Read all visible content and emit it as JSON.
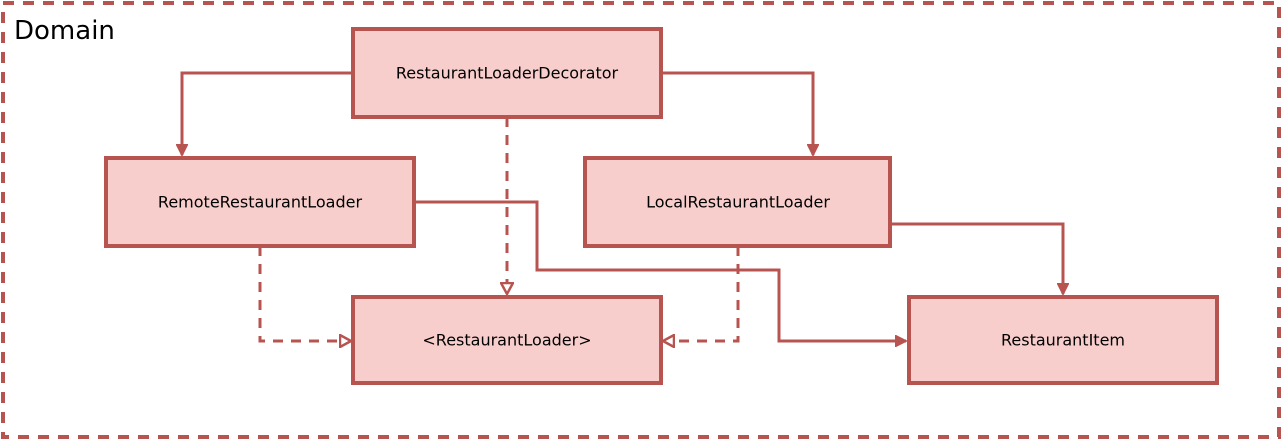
{
  "boundary": {
    "label": "Domain"
  },
  "nodes": [
    {
      "id": "decorator",
      "label": "RestaurantLoaderDecorator"
    },
    {
      "id": "remote",
      "label": "RemoteRestaurantLoader"
    },
    {
      "id": "local",
      "label": "LocalRestaurantLoader"
    },
    {
      "id": "protocol",
      "label": "<RestaurantLoader>"
    },
    {
      "id": "item",
      "label": "RestaurantItem"
    }
  ],
  "edges": [
    {
      "from": "decorator",
      "to": "remote",
      "style": "solid",
      "arrow": "filled"
    },
    {
      "from": "decorator",
      "to": "local",
      "style": "solid",
      "arrow": "filled"
    },
    {
      "from": "decorator",
      "to": "protocol",
      "style": "dashed",
      "arrow": "open"
    },
    {
      "from": "remote",
      "to": "protocol",
      "style": "dashed",
      "arrow": "open"
    },
    {
      "from": "local",
      "to": "protocol",
      "style": "dashed",
      "arrow": "open"
    },
    {
      "from": "remote",
      "to": "item",
      "style": "solid",
      "arrow": "filled"
    },
    {
      "from": "local",
      "to": "item",
      "style": "solid",
      "arrow": "filled"
    }
  ],
  "colors": {
    "stroke": "#b85450",
    "fill": "#f8cecc",
    "text": "#000000"
  }
}
